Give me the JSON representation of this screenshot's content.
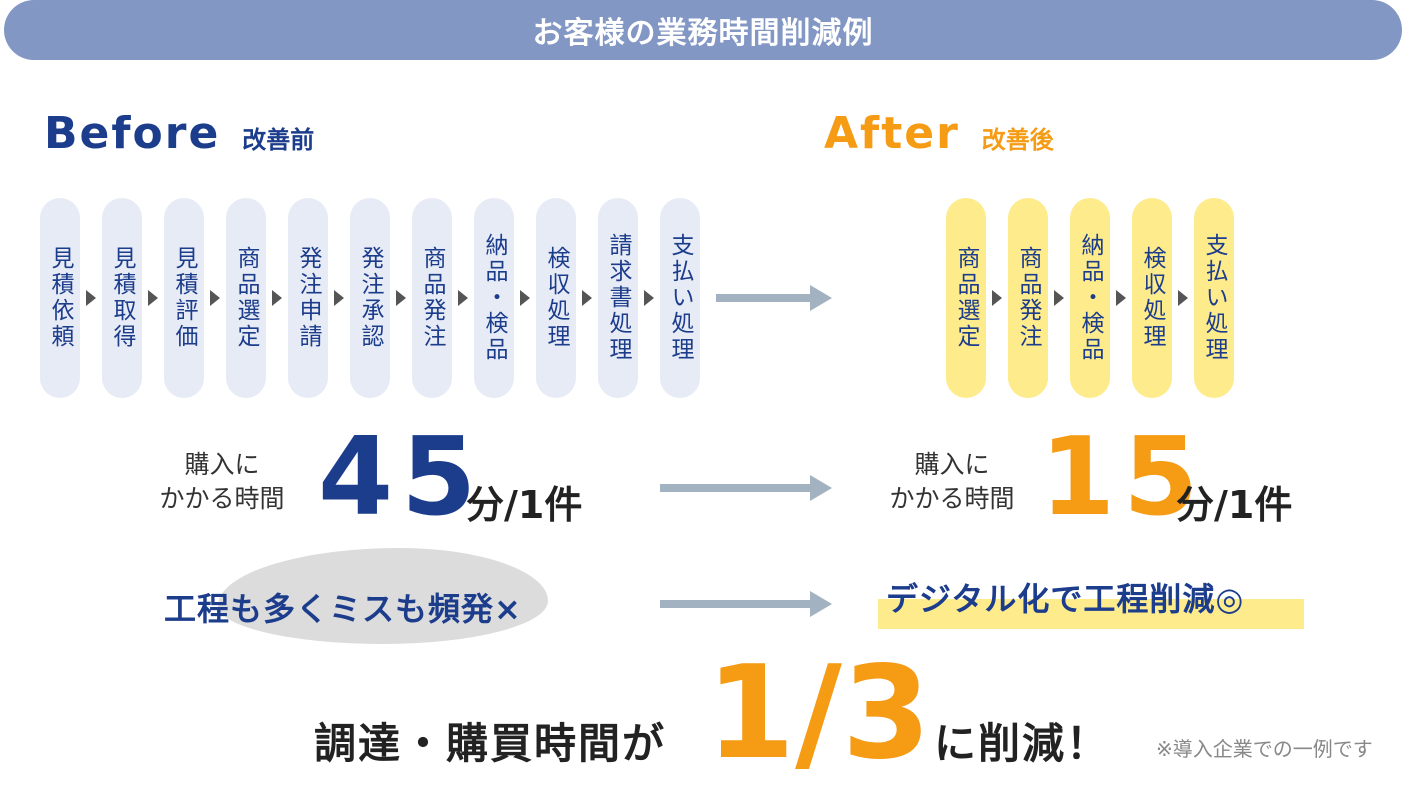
{
  "banner_title": "お客様の業務時間削減例",
  "before": {
    "label": "Before",
    "sublabel": "改善前",
    "steps": [
      "見積依頼",
      "見積取得",
      "見積評価",
      "商品選定",
      "発注申請",
      "発注承認",
      "商品発注",
      "納品・検品",
      "検収処理",
      "請求書処理",
      "支払い処理"
    ],
    "time_label_line1": "購入に",
    "time_label_line2": "かかる時間",
    "time_value": "45",
    "time_unit": "分/1件",
    "remark": "工程も多くミスも頻発×"
  },
  "after": {
    "label": "After",
    "sublabel": "改善後",
    "steps": [
      "商品選定",
      "商品発注",
      "納品・検品",
      "検収処理",
      "支払い処理"
    ],
    "time_label_line1": "購入に",
    "time_label_line2": "かかる時間",
    "time_value": "15",
    "time_unit": "分/1件",
    "remark": "デジタル化で工程削減◎"
  },
  "conclusion": {
    "prefix": "調達・購買時間が",
    "fraction": "1/3",
    "suffix": "に削減！",
    "note": "※導入企業での一例です"
  },
  "colors": {
    "banner": "#8297c4",
    "navy": "#1c3c8c",
    "orange": "#f59b14",
    "pill_blue": "#e6ebf5",
    "pill_yellow": "#fdeb8c",
    "arrow": "#a3b2c0"
  },
  "icons": [
    "right-triangle-icon",
    "right-arrow-icon"
  ]
}
